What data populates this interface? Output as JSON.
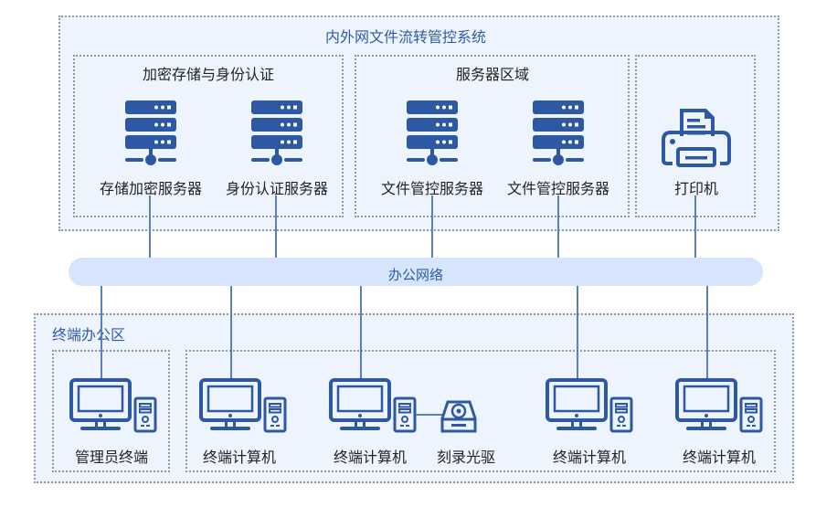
{
  "system": {
    "title": "内外网文件流转管控系统",
    "groups": [
      {
        "title": "加密存储与身份认证",
        "servers": [
          {
            "label": "存储加密服务器",
            "icon": "server-icon"
          },
          {
            "label": "身份认证服务器",
            "icon": "server-icon"
          }
        ]
      },
      {
        "title": "服务器区域",
        "servers": [
          {
            "label": "文件管控服务器",
            "icon": "server-icon"
          },
          {
            "label": "文件管控服务器",
            "icon": "server-icon"
          }
        ]
      },
      {
        "title": "",
        "devices": [
          {
            "label": "打印机",
            "icon": "printer-icon"
          }
        ]
      }
    ]
  },
  "network": {
    "label": "办公网络"
  },
  "terminal_zone": {
    "title": "终端办公区",
    "admin": {
      "label": "管理员终端",
      "icon": "desktop-computer-icon"
    },
    "terminals": [
      {
        "label": "终端计算机",
        "icon": "desktop-computer-icon"
      },
      {
        "label": "终端计算机",
        "icon": "desktop-computer-icon"
      },
      {
        "label": "终端计算机",
        "icon": "desktop-computer-icon"
      },
      {
        "label": "终端计算机",
        "icon": "desktop-computer-icon"
      }
    ],
    "peripheral": {
      "label": "刻录光驱",
      "icon": "optical-drive-icon"
    }
  },
  "colors": {
    "icon_blue": "#2d58a3",
    "zone_bg": "#eef4fe",
    "network_bar": "#d6e5fb",
    "title_blue": "#2e5ba6",
    "line": "#5b7fb8"
  }
}
